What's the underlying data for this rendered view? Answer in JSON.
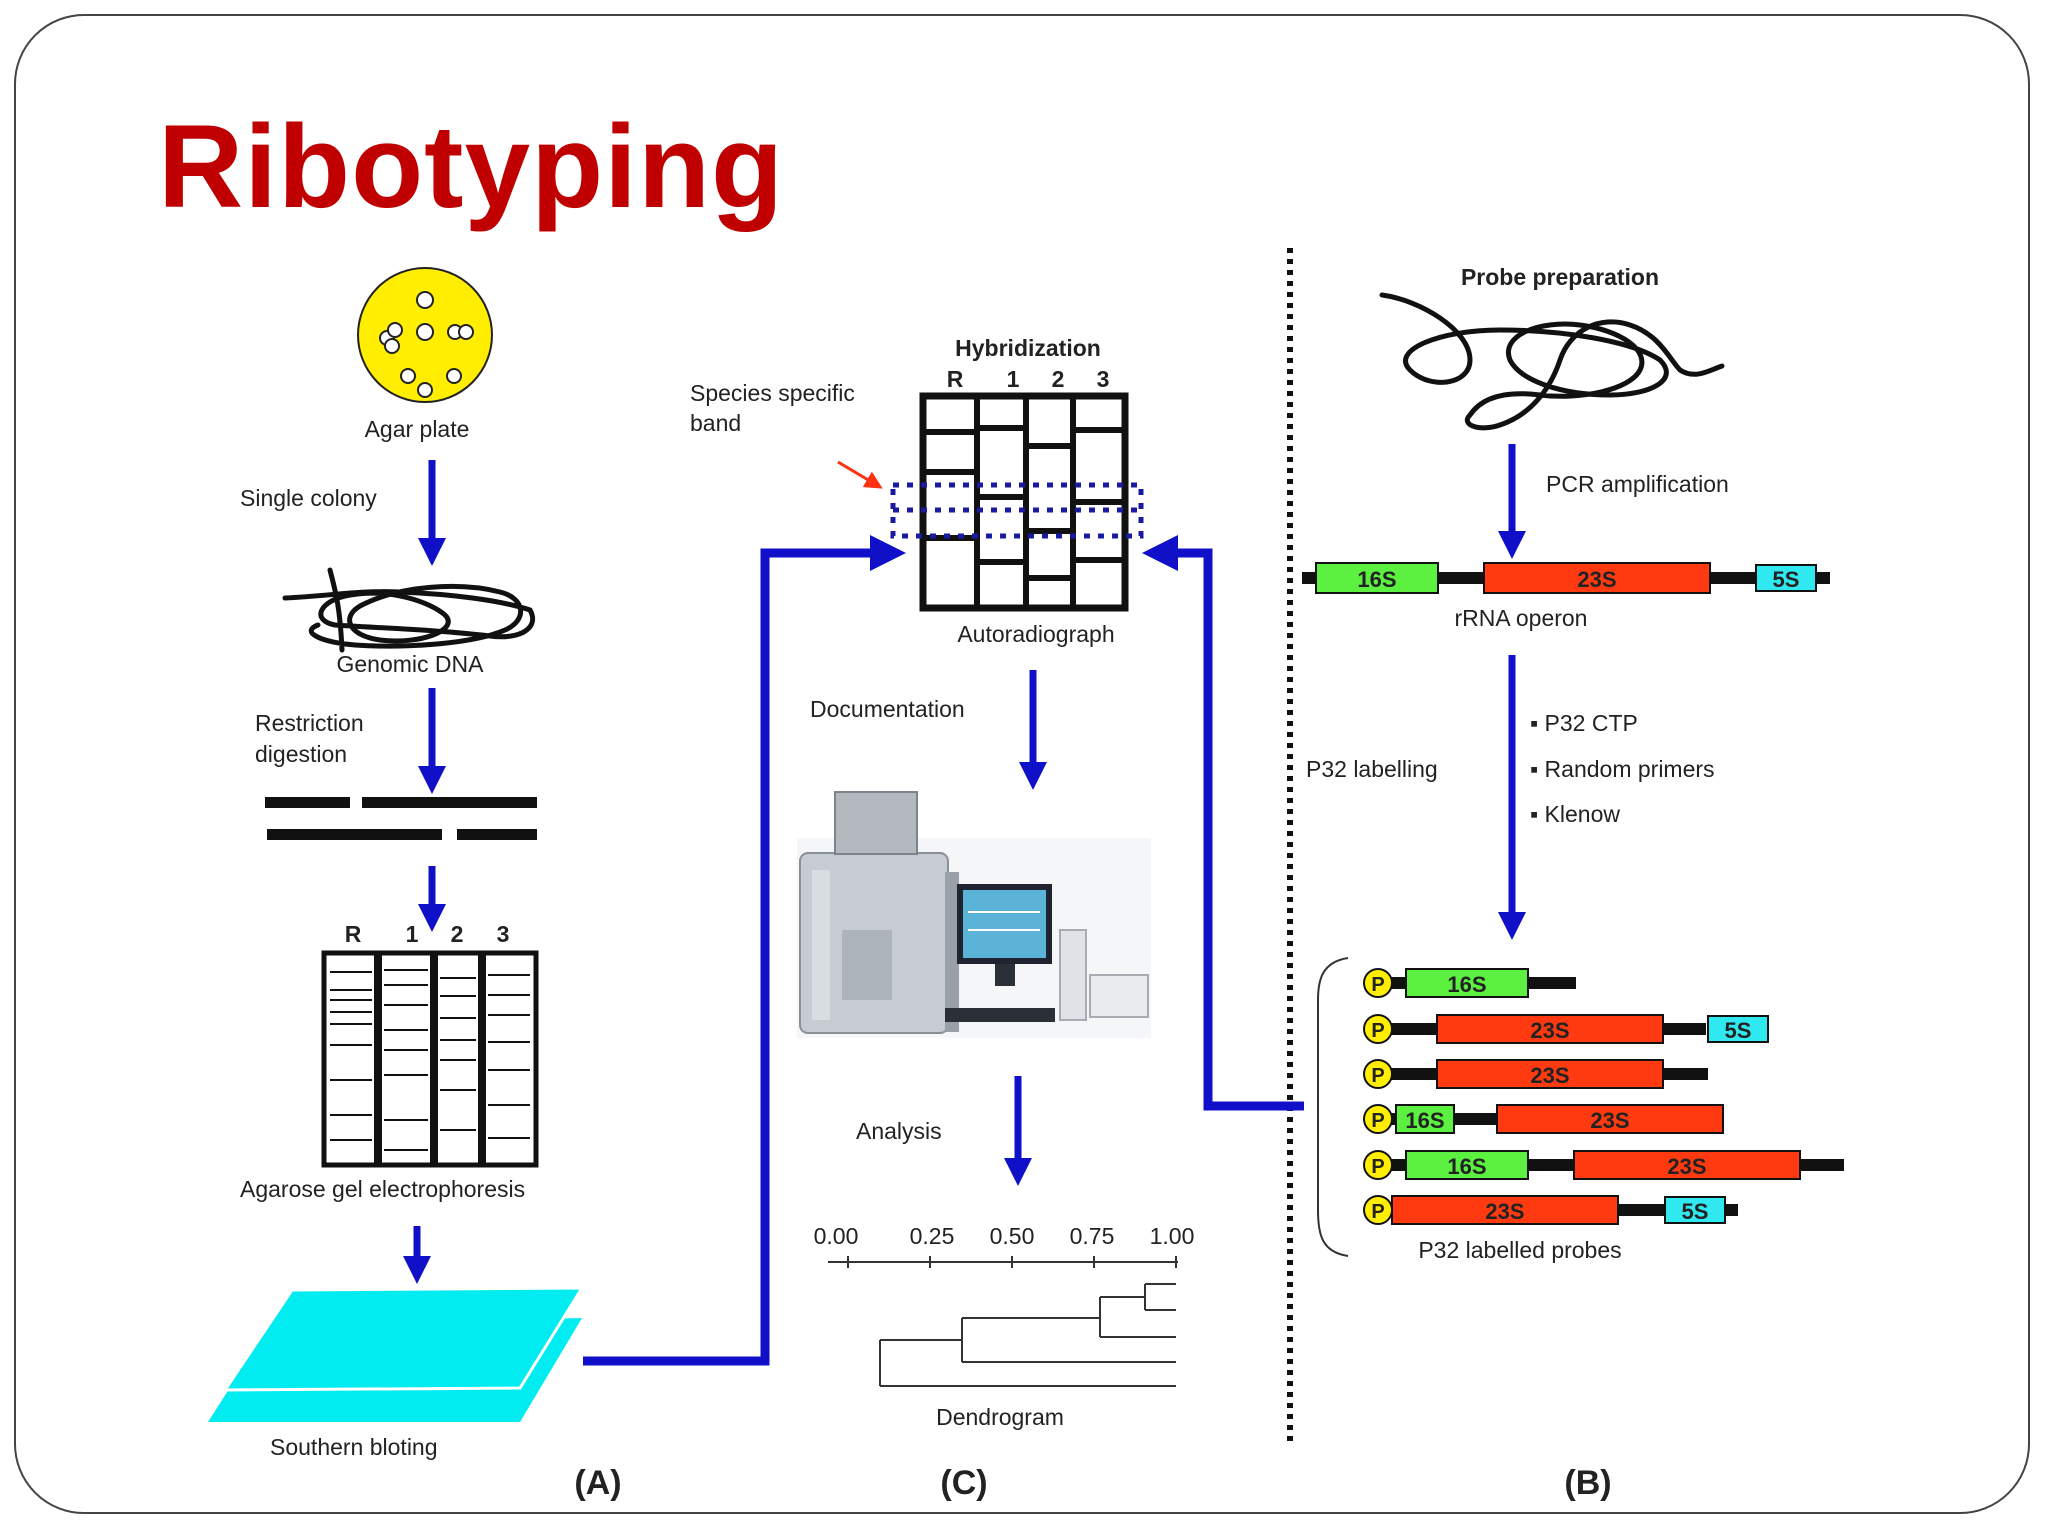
{
  "slide": {
    "title": "Ribotyping"
  },
  "colors": {
    "title": "#c00000",
    "arrow": "#1010c8",
    "agar_plate": "#ffee00",
    "membrane": "#00ecf0",
    "gene_16s": "#5cf040",
    "gene_23s": "#ff3a10",
    "gene_5s": "#30e8f0",
    "probe_label": "#ffee00",
    "pointer": "#ff3010"
  },
  "panel_a": {
    "agar_plate": "Agar plate",
    "single_colony": "Single colony",
    "genomic_dna": "Genomic DNA",
    "restriction_1": "Restriction",
    "restriction_2": "digestion",
    "lanes": [
      "R",
      "1",
      "2",
      "3"
    ],
    "gel_caption": "Agarose gel electrophoresis",
    "southern": "Southern bloting",
    "panel_label": "(A)"
  },
  "panel_c": {
    "hybridization": "Hybridization",
    "lanes": [
      "R",
      "1",
      "2",
      "3"
    ],
    "species_band_1": "Species specific",
    "species_band_2": "band",
    "autoradiograph": "Autoradiograph",
    "documentation": "Documentation",
    "analysis": "Analysis",
    "scale_ticks": [
      "0.00",
      "0.25",
      "0.50",
      "0.75",
      "1.00"
    ],
    "dendrogram": "Dendrogram",
    "panel_label": "(C)"
  },
  "panel_b": {
    "probe_preparation": "Probe preparation",
    "pcr": "PCR amplification",
    "operon_genes": [
      "16S",
      "23S",
      "5S"
    ],
    "rrna_operon": "rRNA operon",
    "p32_labelling": "P32 labelling",
    "reagents": [
      "▪ P32 CTP",
      "▪ Random primers",
      "▪ Klenow"
    ],
    "probe_marker": "P",
    "probes": [
      [
        "16S"
      ],
      [
        "23S",
        "5S"
      ],
      [
        "23S"
      ],
      [
        "16S",
        "23S"
      ],
      [
        "16S",
        "23S"
      ],
      [
        "23S",
        "5S"
      ]
    ],
    "labelled_probes": "P32 labelled probes",
    "panel_label": "(B)"
  }
}
